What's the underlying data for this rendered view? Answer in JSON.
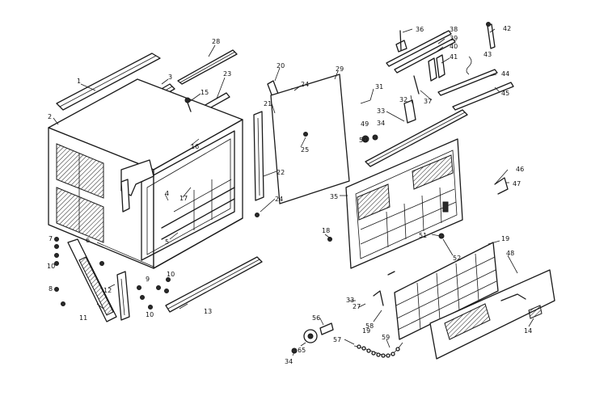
{
  "colors": {
    "ink": "#1a1a1a",
    "paper": "#ffffff"
  },
  "callouts": [
    {
      "id": "c1",
      "text": "1"
    },
    {
      "id": "c2",
      "text": "2"
    },
    {
      "id": "c3",
      "text": "3"
    },
    {
      "id": "c4",
      "text": "4"
    },
    {
      "id": "c5",
      "text": "5"
    },
    {
      "id": "c6",
      "text": "6"
    },
    {
      "id": "c7",
      "text": "7"
    },
    {
      "id": "c8",
      "text": "8"
    },
    {
      "id": "c9",
      "text": "9"
    },
    {
      "id": "c10a",
      "text": "10"
    },
    {
      "id": "c10b",
      "text": "10"
    },
    {
      "id": "c10c",
      "text": "10"
    },
    {
      "id": "c11",
      "text": "11"
    },
    {
      "id": "c12",
      "text": "12"
    },
    {
      "id": "c13",
      "text": "13"
    },
    {
      "id": "c14",
      "text": "14"
    },
    {
      "id": "c15",
      "text": "15"
    },
    {
      "id": "c16",
      "text": "16"
    },
    {
      "id": "c17",
      "text": "17"
    },
    {
      "id": "c18",
      "text": "18"
    },
    {
      "id": "c19a",
      "text": "19"
    },
    {
      "id": "c19b",
      "text": "19"
    },
    {
      "id": "c20",
      "text": "20"
    },
    {
      "id": "c21",
      "text": "21"
    },
    {
      "id": "c22",
      "text": "22"
    },
    {
      "id": "c23",
      "text": "23"
    },
    {
      "id": "c24a",
      "text": "24"
    },
    {
      "id": "c24b",
      "text": "24"
    },
    {
      "id": "c25",
      "text": "25"
    },
    {
      "id": "c27",
      "text": "27"
    },
    {
      "id": "c28",
      "text": "28"
    },
    {
      "id": "c29",
      "text": "29"
    },
    {
      "id": "c31",
      "text": "31"
    },
    {
      "id": "c32",
      "text": "32"
    },
    {
      "id": "c33a",
      "text": "33"
    },
    {
      "id": "c33b",
      "text": "33"
    },
    {
      "id": "c34a",
      "text": "34"
    },
    {
      "id": "c34b",
      "text": "34"
    },
    {
      "id": "c35",
      "text": "35"
    },
    {
      "id": "c36",
      "text": "36"
    },
    {
      "id": "c37",
      "text": "37"
    },
    {
      "id": "c38",
      "text": "38"
    },
    {
      "id": "c39",
      "text": "39"
    },
    {
      "id": "c40",
      "text": "40"
    },
    {
      "id": "c41",
      "text": "41"
    },
    {
      "id": "c42",
      "text": "42"
    },
    {
      "id": "c43",
      "text": "43"
    },
    {
      "id": "c44",
      "text": "44"
    },
    {
      "id": "c45",
      "text": "45"
    },
    {
      "id": "c46",
      "text": "46"
    },
    {
      "id": "c47",
      "text": "47"
    },
    {
      "id": "c48",
      "text": "48"
    },
    {
      "id": "c49",
      "text": "49"
    },
    {
      "id": "c50",
      "text": "50"
    },
    {
      "id": "c51",
      "text": "51"
    },
    {
      "id": "c52",
      "text": "52"
    },
    {
      "id": "c56",
      "text": "56"
    },
    {
      "id": "c57",
      "text": "57"
    },
    {
      "id": "c58",
      "text": "58"
    },
    {
      "id": "c59",
      "text": "59"
    },
    {
      "id": "c65",
      "text": "65"
    }
  ]
}
